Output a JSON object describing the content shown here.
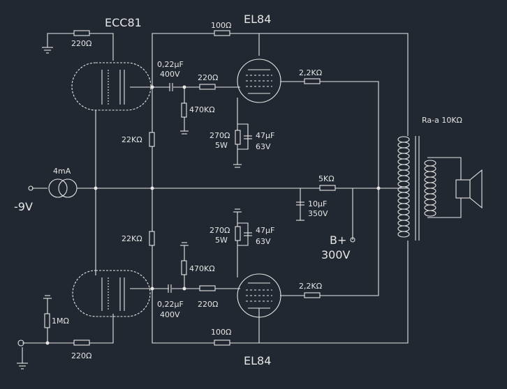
{
  "tubes": {
    "driver": "ECC81",
    "output_top": "EL84",
    "output_bottom": "EL84"
  },
  "components": {
    "r_top_left": "220Ω",
    "r_top_anode": "100Ω",
    "c_top": [
      "0,22µF",
      "400V"
    ],
    "r_top_grid": "220Ω",
    "r_top_leak": "470KΩ",
    "r_top_screen": "2,2KΩ",
    "r_top_cathode": [
      "270Ω",
      "5W"
    ],
    "c_top_cathode": [
      "47µF",
      "63V"
    ],
    "r_load_top": "22KΩ",
    "r_load_bottom": "22KΩ",
    "ccs": "4mA",
    "bias": "-9V",
    "r_supply": "5KΩ",
    "c_supply": [
      "10µF",
      "350V"
    ],
    "b_plus": [
      "B+",
      "300V"
    ],
    "transformer": "Ra-a  10KΩ",
    "r_bot_cathode": [
      "270Ω",
      "5W"
    ],
    "c_bot_cathode": [
      "47µF",
      "63V"
    ],
    "r_bot_leak": "470KΩ",
    "c_bot": [
      "0,22µF",
      "400V"
    ],
    "r_bot_grid": "220Ω",
    "r_bot_screen": "2,2KΩ",
    "r_bot_anode": "100Ω",
    "r_grid_leak_in": "1MΩ",
    "r_bot_left": "220Ω"
  }
}
